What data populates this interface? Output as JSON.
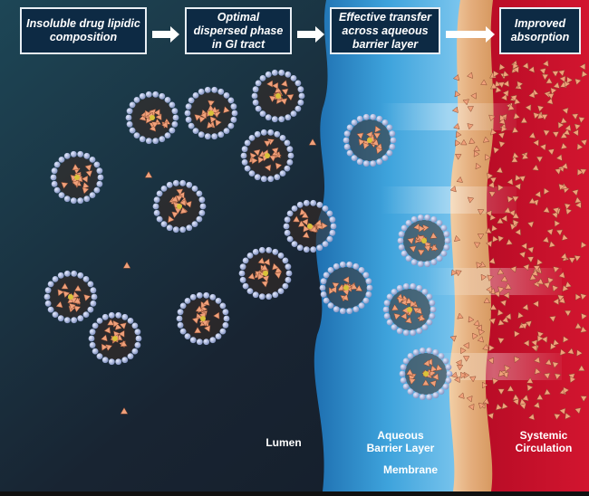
{
  "steps": [
    {
      "label": "Insoluble drug lipidic composition"
    },
    {
      "label": "Optimal dispersed phase in GI tract"
    },
    {
      "label": "Effective transfer across aqueous barrier layer"
    },
    {
      "label": "Improved absorption"
    }
  ],
  "regions": {
    "lumen": "Lumen",
    "aqueous": "Aqueous Barrier Layer",
    "membrane": "Membrane",
    "systemic": "Systemic Circulation"
  },
  "colors": {
    "lumen_dark": "#151c26",
    "lumen_teal": "#1d4656",
    "aqueous_blue": "#3a9fd8",
    "membrane_tan": "#e8b98a",
    "blood_red": "#c8102e",
    "drug_triangle": "#f0a07a",
    "micelle_bead": "#a9b6d8",
    "box_fill": "#0d2a44"
  }
}
